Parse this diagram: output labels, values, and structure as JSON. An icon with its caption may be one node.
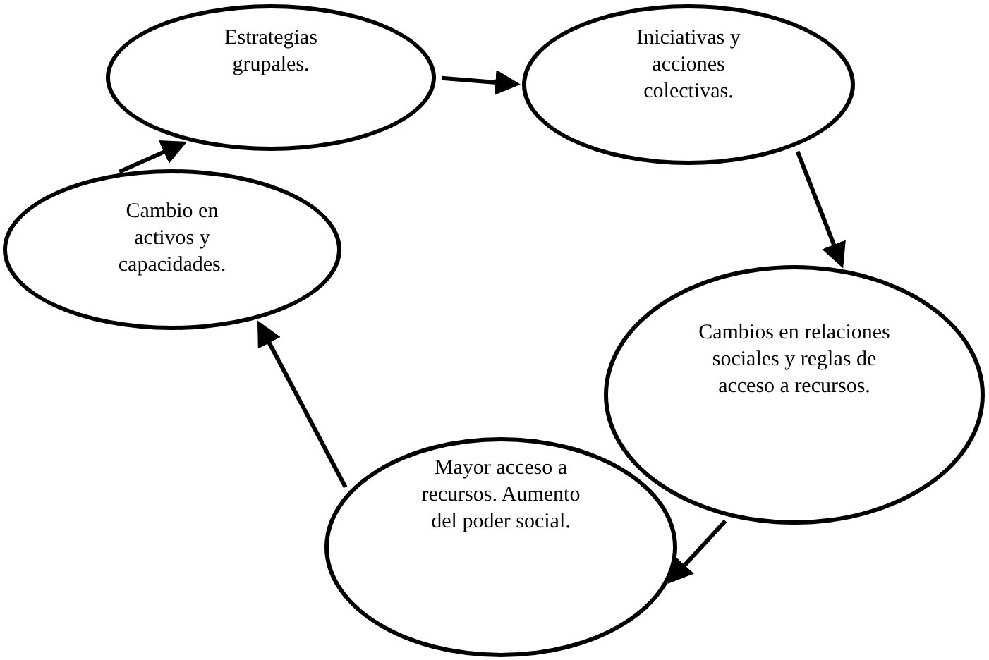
{
  "diagram": {
    "nodes": [
      {
        "text": [
          "Estrategias grupales."
        ]
      },
      {
        "text": [
          "Iniciativas y acciones colectivas."
        ]
      },
      {
        "text": [
          "Cambios en relaciones sociales y reglas de acceso a recursos."
        ]
      },
      {
        "text": [
          "Mayor acceso a recursos. Aumento del poder social."
        ]
      },
      {
        "text": [
          "Cambio en activos y capacidades."
        ]
      }
    ],
    "edges": [
      {
        "from": 0,
        "to": 1,
        "arrow": "to"
      },
      {
        "from": 1,
        "to": 2,
        "arrow": "to"
      },
      {
        "from": 2,
        "to": 3,
        "arrow": "to"
      },
      {
        "from": 3,
        "to": 4,
        "arrow": "to"
      },
      {
        "from": 4,
        "to": 0,
        "arrow": "to"
      }
    ]
  }
}
